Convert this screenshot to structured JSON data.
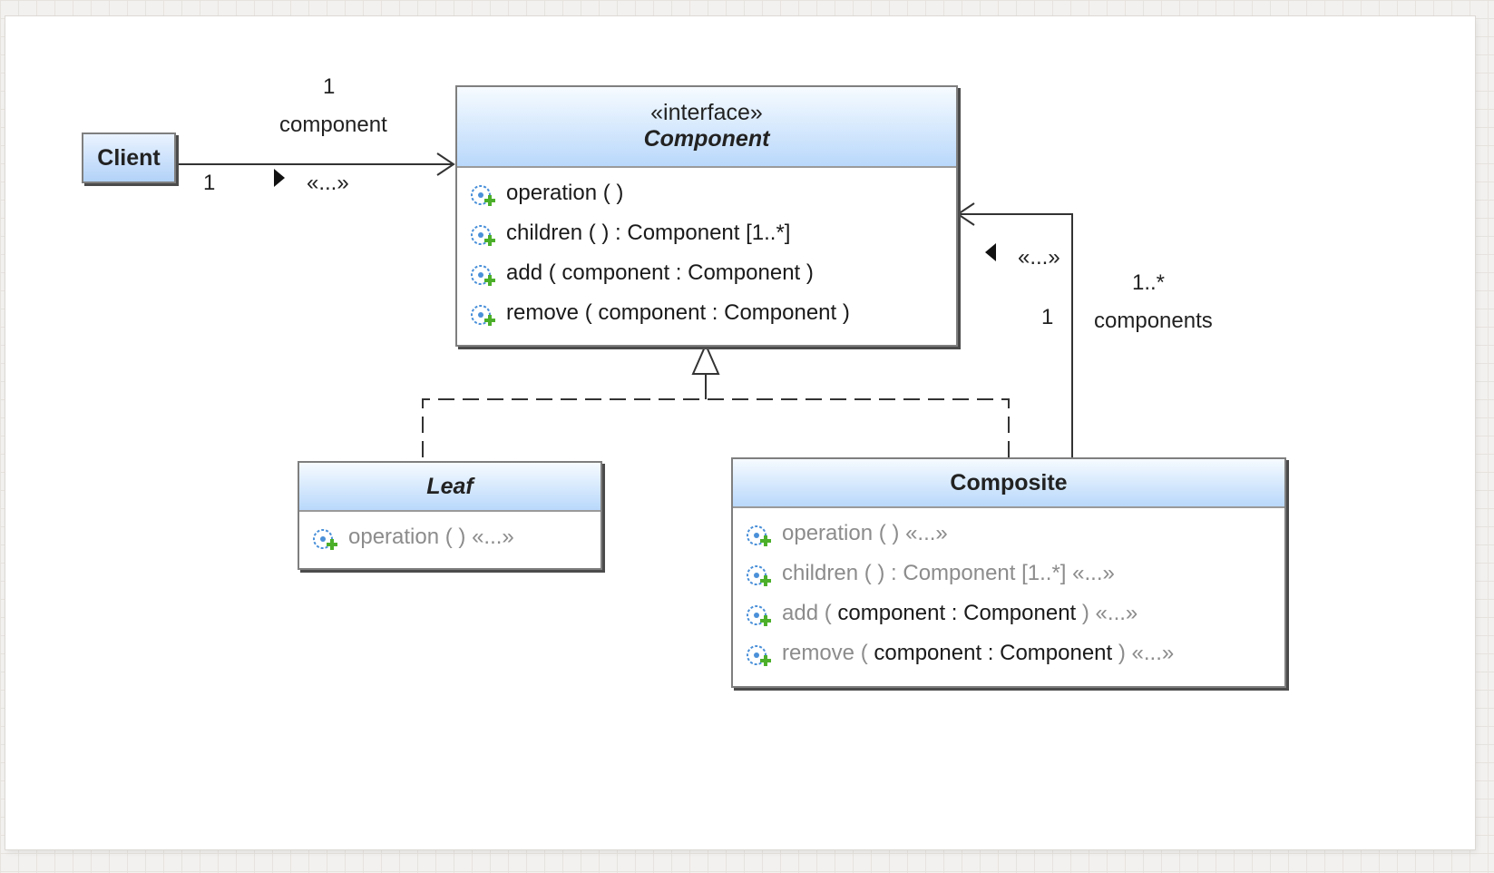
{
  "client": {
    "name": "Client"
  },
  "association_client": {
    "multiplicity_target": "1",
    "role_target": "component",
    "multiplicity_source": "1",
    "stereotype": "«...»"
  },
  "component": {
    "stereotype": "«interface»",
    "name": "Component",
    "operations": [
      {
        "name": "operation",
        "params": " ( )"
      },
      {
        "name": "children",
        "params": " ( ) :  Component [1..*]"
      },
      {
        "name": "add",
        "params": " ( component : Component  )"
      },
      {
        "name": "remove",
        "params": " ( component : Component  )"
      }
    ]
  },
  "leaf": {
    "name": "Leaf",
    "operations": [
      {
        "name": "operation",
        "params": " ( )",
        "stereo": "  «...»"
      }
    ]
  },
  "composite": {
    "name": "Composite",
    "operations": [
      {
        "name": "operation",
        "pre": " ( )",
        "arg": "",
        "post": "",
        "stereo": "  «...»"
      },
      {
        "name": "children",
        "pre": " ( ) :  Component [1..*]",
        "arg": "",
        "post": "",
        "stereo": " «...»"
      },
      {
        "name": "add",
        "pre": " (",
        "arg": " component : Component",
        "post": "  )",
        "stereo": "  «...»"
      },
      {
        "name": "remove",
        "pre": " (",
        "arg": " component : Component",
        "post": "  )",
        "stereo": "  «...»"
      }
    ]
  },
  "association_composite": {
    "stereotype": "«...»",
    "multiplicity_source": "1",
    "multiplicity_target": "1..*",
    "role_target": "components"
  },
  "icons": {
    "operation": "public-operation-icon"
  },
  "colors": {
    "header_top": "#f6fbff",
    "header_bottom": "#b9d8fb",
    "inherited_text": "#8c8c8c",
    "icon_green": "#4caf2a",
    "icon_blue": "#4a90d9"
  }
}
